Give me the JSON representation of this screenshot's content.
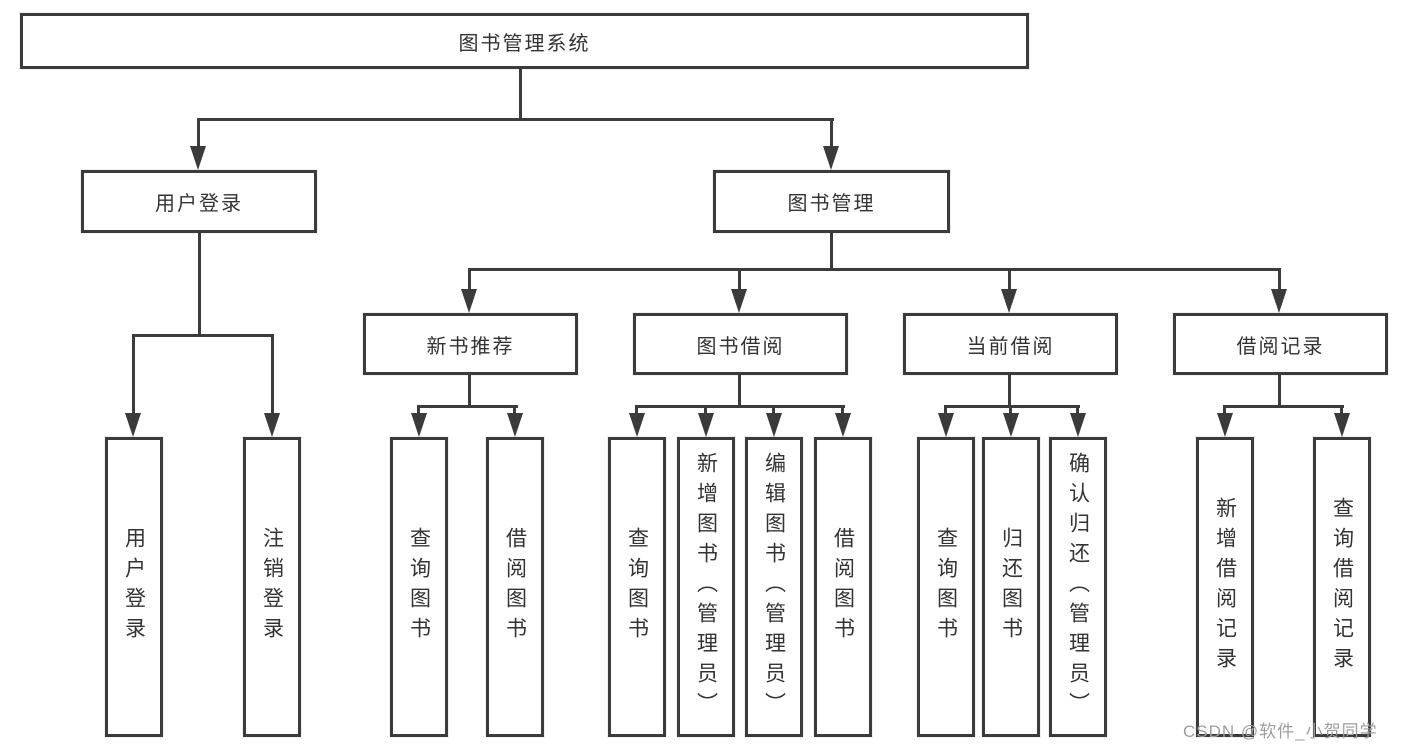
{
  "colors": {
    "line": "#3b3b3b",
    "text": "#333333",
    "background": "#ffffff",
    "watermark_gray": "#9e9e9e"
  },
  "watermark": {
    "text": "CSDN @软件_小贺同学"
  },
  "tree": {
    "root": {
      "label": "图书管理系统"
    },
    "user_login": {
      "label": "用户登录"
    },
    "book_mgmt": {
      "label": "图书管理"
    },
    "new_book_rec": {
      "label": "新书推荐"
    },
    "book_borrow": {
      "label": "图书借阅"
    },
    "current_borrow": {
      "label": "当前借阅"
    },
    "borrow_records": {
      "label": "借阅记录"
    },
    "leaves": {
      "user_login_leaf": {
        "label": "用户登录"
      },
      "logout": {
        "label": "注销登录"
      },
      "nb_query": {
        "label": "查询图书"
      },
      "nb_borrow": {
        "label": "借阅图书"
      },
      "bb_query": {
        "label": "查询图书"
      },
      "bb_add": {
        "label": "新增图书（管理员）"
      },
      "bb_edit": {
        "label": "编辑图书（管理员）"
      },
      "bb_borrow": {
        "label": "借阅图书"
      },
      "cb_query": {
        "label": "查询图书"
      },
      "cb_return": {
        "label": "归还图书"
      },
      "cb_confirm": {
        "label": "确认归还（管理员）"
      },
      "br_add": {
        "label": "新增借阅记录"
      },
      "br_query": {
        "label": "查询借阅记录"
      }
    }
  },
  "hierarchy": {
    "图书管理系统": {
      "用户登录": [
        "用户登录",
        "注销登录"
      ],
      "图书管理": {
        "新书推荐": [
          "查询图书",
          "借阅图书"
        ],
        "图书借阅": [
          "查询图书",
          "新增图书（管理员）",
          "编辑图书（管理员）",
          "借阅图书"
        ],
        "当前借阅": [
          "查询图书",
          "归还图书",
          "确认归还（管理员）"
        ],
        "借阅记录": [
          "新增借阅记录",
          "查询借阅记录"
        ]
      }
    }
  }
}
